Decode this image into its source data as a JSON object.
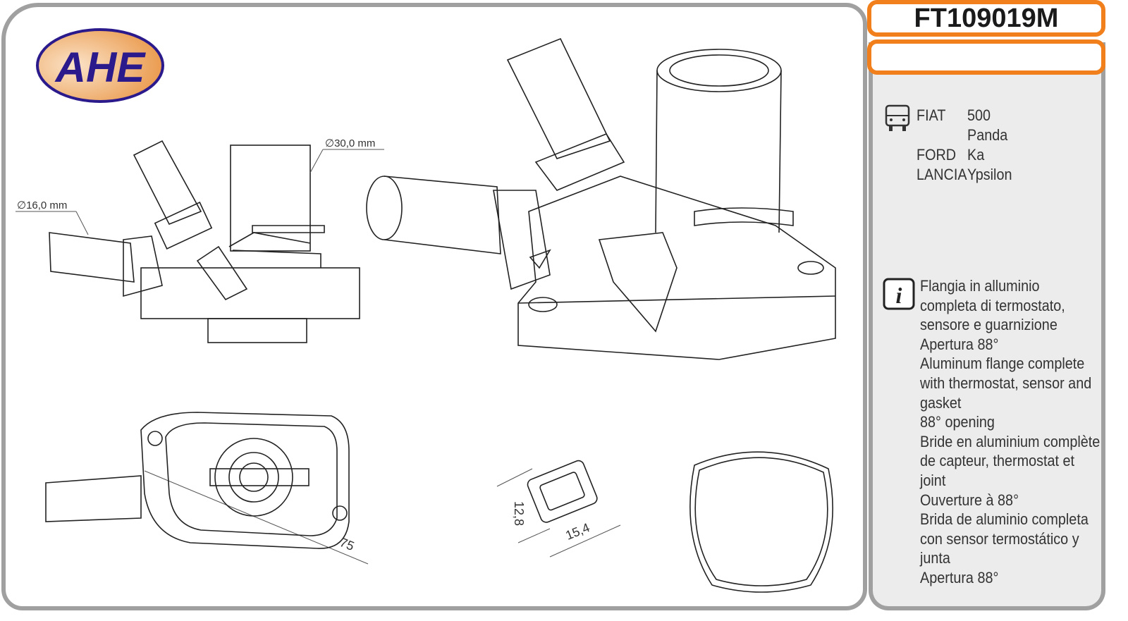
{
  "logo": {
    "text": "AHE"
  },
  "product": {
    "code": "FT109019M",
    "subtitle": ""
  },
  "applications": [
    {
      "make": "FIAT",
      "models": [
        "500",
        "Panda"
      ]
    },
    {
      "make": "FORD",
      "models": [
        "Ka"
      ]
    },
    {
      "make": "LANCIA",
      "models": [
        "Ypsilon"
      ]
    }
  ],
  "description": [
    "Flangia in alluminio",
    "completa di termostato,",
    "sensore e guarnizione",
    "Apertura 88°",
    "Aluminum flange complete",
    "with thermostat, sensor and",
    "gasket",
    "88° opening",
    "Bride en aluminium complète",
    "de capteur, thermostat et",
    "joint",
    "Ouverture à 88°",
    "Brida de aluminio completa",
    "con sensor termostático y",
    "junta",
    "Apertura 88°"
  ],
  "dimensions": {
    "outlet_diameter": "∅30,0 mm",
    "inlet_diameter": "∅16,0 mm",
    "flange": "75",
    "connector_h": "12,8",
    "connector_w": "15,4"
  },
  "colors": {
    "accent": "#f07f1c",
    "border": "#a0a0a0",
    "logo_blue": "#2a1a8c",
    "logo_orange": "#e8913e"
  }
}
